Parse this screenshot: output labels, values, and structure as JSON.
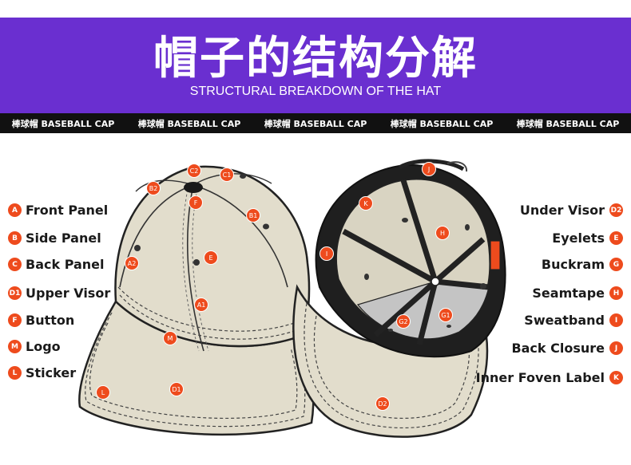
{
  "header": {
    "title_cn": "帽子的结构分解",
    "title_en": "STRUCTURAL BREAKDOWN OF THE HAT"
  },
  "strip": {
    "items": [
      "棒球帽  BASEBALL CAP",
      "棒球帽  BASEBALL CAP",
      "棒球帽  BASEBALL CAP",
      "棒球帽  BASEBALL CAP",
      "棒球帽  BASEBALL CAP"
    ]
  },
  "legend_left": [
    {
      "code": "A",
      "label": "Front Panel"
    },
    {
      "code": "B",
      "label": "Side Panel"
    },
    {
      "code": "C",
      "label": "Back Panel"
    },
    {
      "code": "D1",
      "label": "Upper Visor"
    },
    {
      "code": "F",
      "label": "Button"
    },
    {
      "code": "M",
      "label": "Logo"
    },
    {
      "code": "L",
      "label": "Sticker"
    }
  ],
  "legend_right": [
    {
      "code": "D2",
      "label": "Under Visor"
    },
    {
      "code": "E",
      "label": "Eyelets"
    },
    {
      "code": "G",
      "label": "Buckram"
    },
    {
      "code": "H",
      "label": "Seamtape"
    },
    {
      "code": "I",
      "label": "Sweatband"
    },
    {
      "code": "J",
      "label": "Back Closure"
    },
    {
      "code": "K",
      "label": "Inner Foven Label"
    }
  ],
  "markers_front": [
    "C2",
    "C1",
    "B2",
    "F",
    "B1",
    "A2",
    "E",
    "A1",
    "M",
    "L",
    "D1"
  ],
  "markers_under": [
    "J",
    "K",
    "H",
    "I",
    "G2",
    "G1",
    "D2"
  ],
  "colors": {
    "banner": "#6a2fd0",
    "strip": "#111111",
    "badge": "#ee4b1d",
    "fabric": "#e2ddcc",
    "underside": "#c4c4c4",
    "sweatband": "#222222"
  }
}
